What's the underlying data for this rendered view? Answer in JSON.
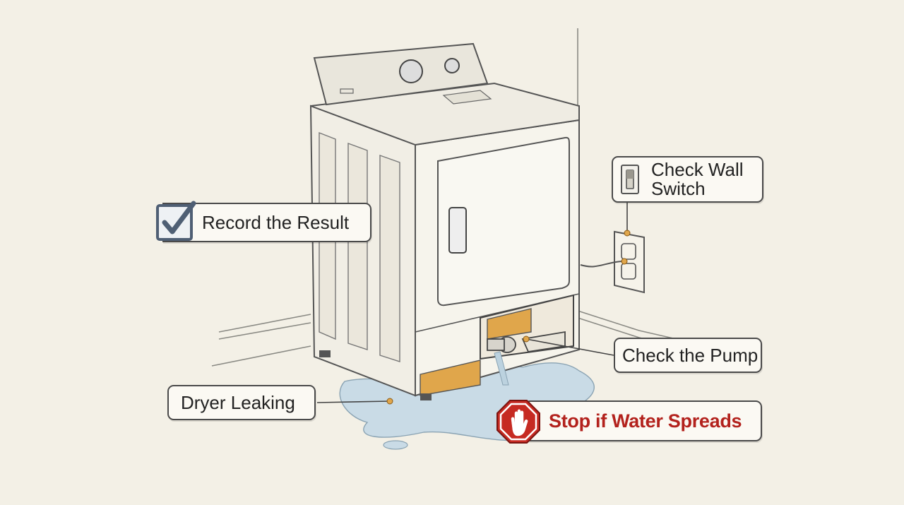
{
  "callouts": {
    "record_result": "Record the Result",
    "check_wall_switch": "Check Wall Switch",
    "check_pump": "Check the Pump",
    "dryer_leaking": "Dryer Leaking",
    "stop_water": "Stop if Water Spreads"
  },
  "icons": {
    "checkbox": "checkbox-checked-icon",
    "switch": "wall-switch-icon",
    "stop": "stop-sign-hand-icon"
  },
  "colors": {
    "background": "#f3f0e6",
    "stop_red": "#b3221d",
    "water": "#c9dbe6",
    "accent_orange": "#e0a64b"
  }
}
